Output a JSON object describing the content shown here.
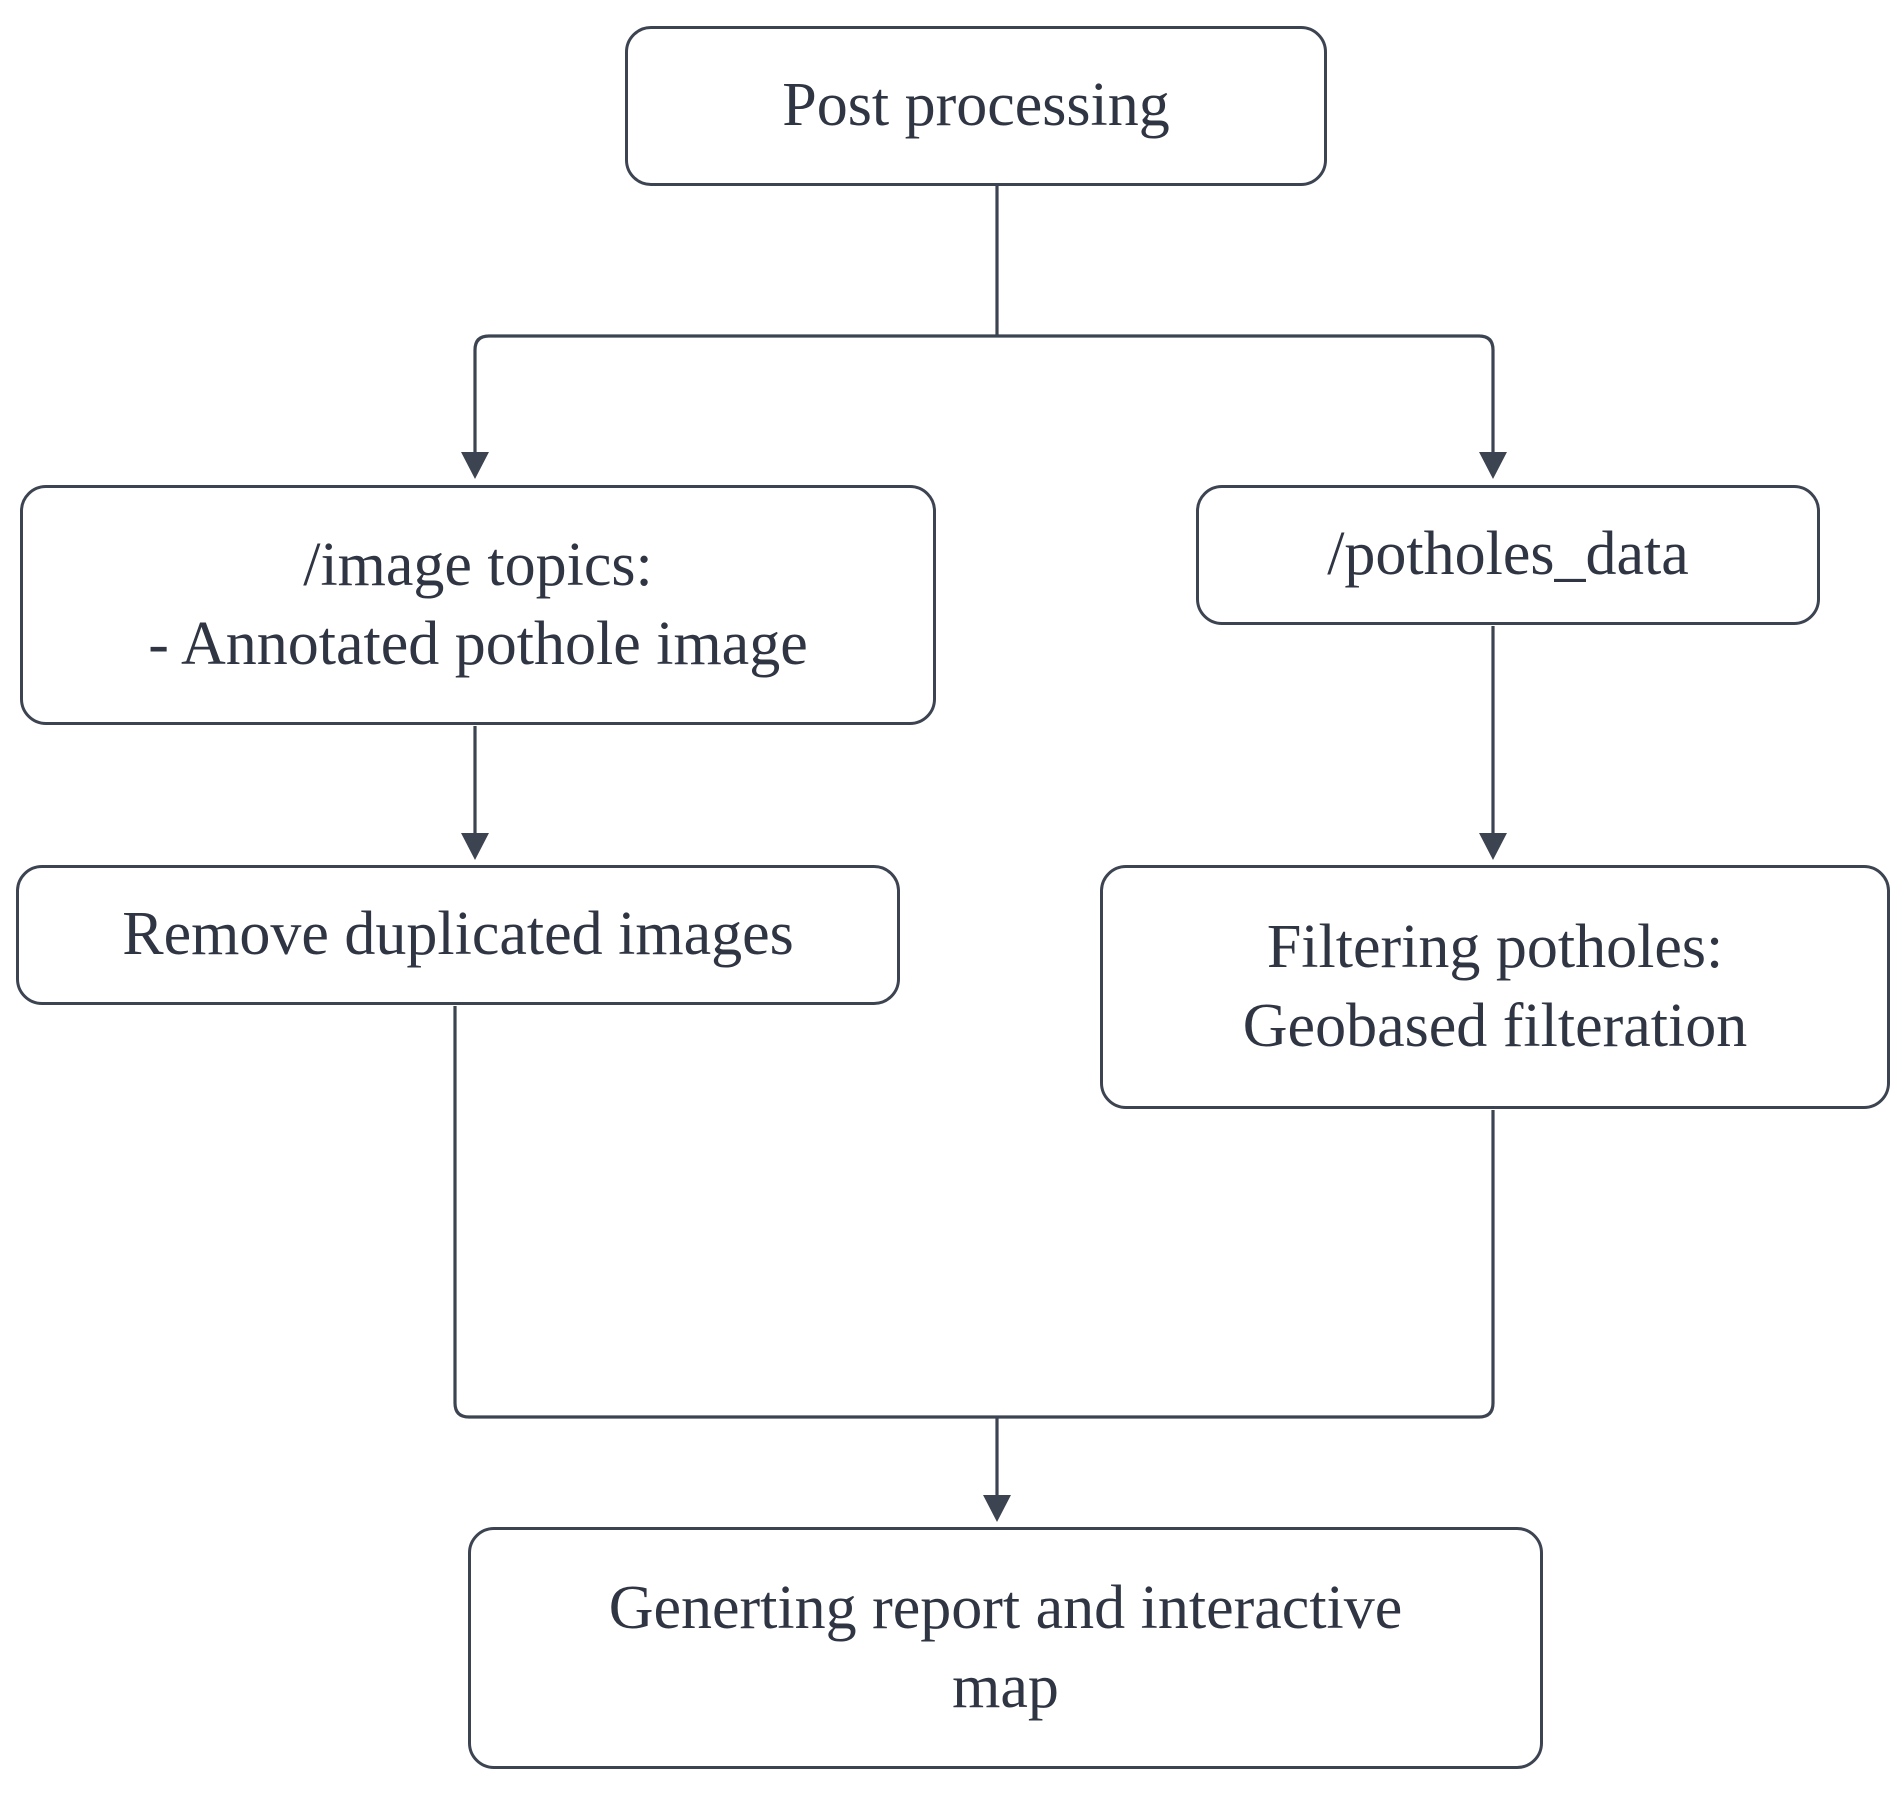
{
  "diagram": {
    "title": "Post processing pipeline flowchart",
    "type": "flowchart",
    "colors": {
      "background": "#ffffff",
      "stroke": "#3d4451",
      "text": "#2f3542"
    },
    "nodes": [
      {
        "id": "post-processing",
        "label": "Post processing",
        "shape": "rounded-rect"
      },
      {
        "id": "image-topics",
        "label": "/image topics:\n- Annotated pothole image",
        "shape": "rounded-rect"
      },
      {
        "id": "potholes-data",
        "label": "/potholes_data",
        "shape": "rounded-rect"
      },
      {
        "id": "remove-duplicates",
        "label": "Remove duplicated images",
        "shape": "rounded-rect"
      },
      {
        "id": "filtering",
        "label": "Filtering potholes:\nGeobased filteration",
        "shape": "rounded-rect"
      },
      {
        "id": "generating-report",
        "label": "Generting report and interactive\nmap",
        "shape": "rounded-rect"
      }
    ],
    "edges": [
      {
        "from": "post-processing",
        "to": "image-topics",
        "arrow": true
      },
      {
        "from": "post-processing",
        "to": "potholes-data",
        "arrow": true
      },
      {
        "from": "image-topics",
        "to": "remove-duplicates",
        "arrow": true
      },
      {
        "from": "potholes-data",
        "to": "filtering",
        "arrow": true
      },
      {
        "from": "remove-duplicates",
        "to": "generating-report",
        "arrow": true
      },
      {
        "from": "filtering",
        "to": "generating-report",
        "arrow": true
      }
    ]
  }
}
